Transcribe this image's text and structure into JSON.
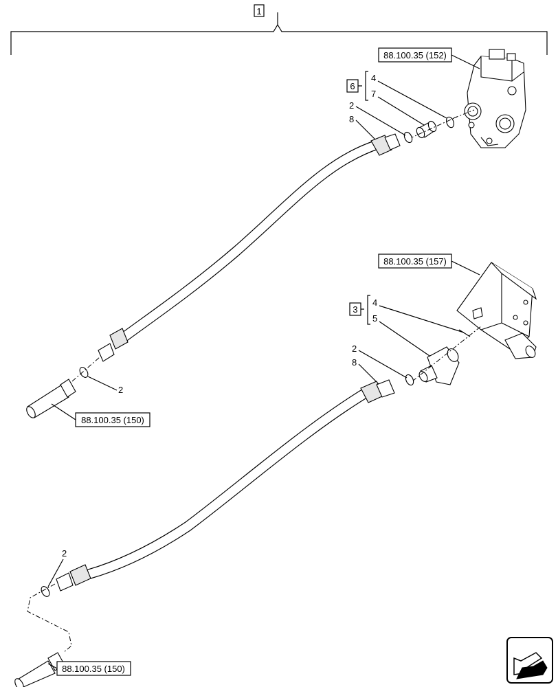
{
  "callouts": {
    "assembly": "1",
    "kit_top": "6",
    "kit_bottom": "3"
  },
  "part_numbers": {
    "top_kit_a": "4",
    "top_kit_b": "7",
    "top_oring": "2",
    "top_hose": "8",
    "mid_oring_left": "2",
    "bottom_kit_a": "4",
    "bottom_kit_b": "5",
    "bottom_oring": "2",
    "bottom_hose": "8",
    "bottom_oring_left": "2"
  },
  "references": {
    "valve_top": "88.100.35 (152)",
    "valve_middle": "88.100.35 (157)",
    "hose_end_upper": "88.100.35 (150)",
    "hose_end_lower": "88.100.35 (150)"
  },
  "nav_icon": "next-page-arrow-icon"
}
